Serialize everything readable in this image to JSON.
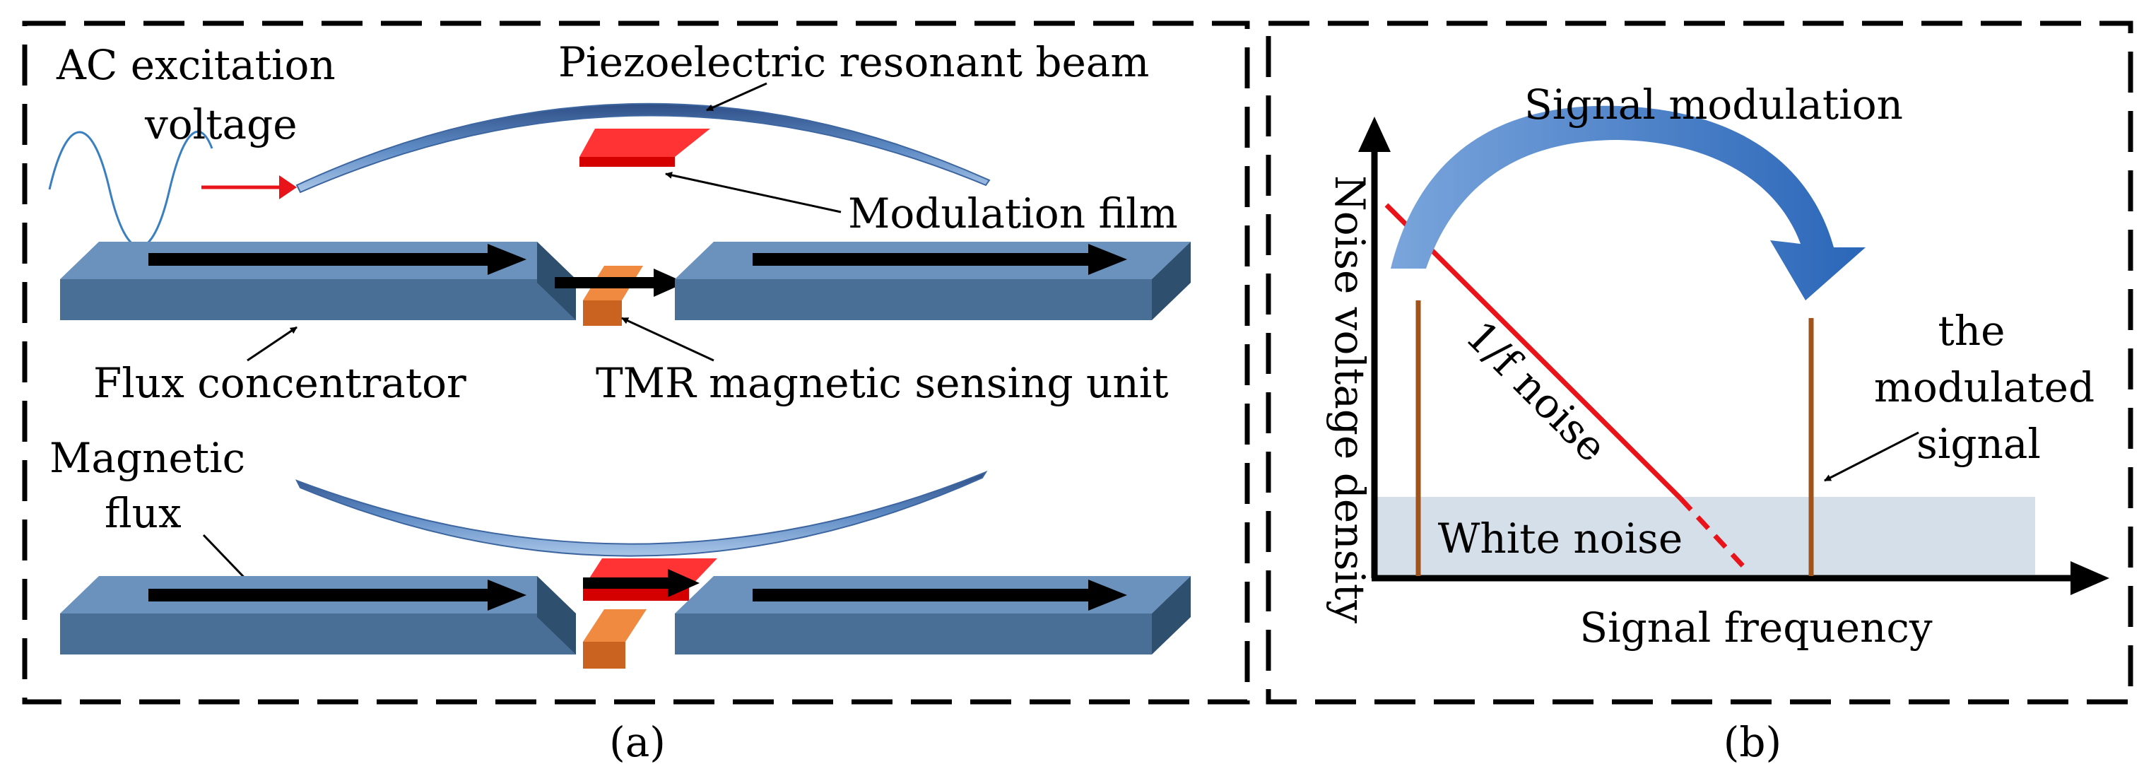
{
  "panel_a": {
    "ac_excitation": "AC excitation",
    "voltage": "voltage",
    "piezo_beam": "Piezoelectric resonant beam",
    "modulation_film": "Modulation film",
    "flux_concentrator": "Flux concentrator",
    "tmr_unit": "TMR magnetic sensing unit",
    "magnetic": "Magnetic",
    "flux": "flux",
    "caption": "(a)"
  },
  "panel_b": {
    "signal_modulation": "Signal modulation",
    "y_axis": "Noise voltage density",
    "one_over_f": "1/f noise",
    "the": "the",
    "modulated": "modulated",
    "signal": "signal",
    "white_noise": "White noise",
    "x_axis": "Signal frequency",
    "caption": "(b)"
  },
  "colors": {
    "bar_top": "#6a92bd",
    "bar_front": "#4a6f97",
    "bar_end": "#2f4f6f",
    "beam": "#4f79ad",
    "film": "#ff1a1a",
    "tmr": "#e07a2e",
    "noise_line": "#e8141a",
    "signal_bar": "#a0531a",
    "white_noise_fill": "#d5dfea",
    "modulation_arrow": "#3f78c4"
  }
}
